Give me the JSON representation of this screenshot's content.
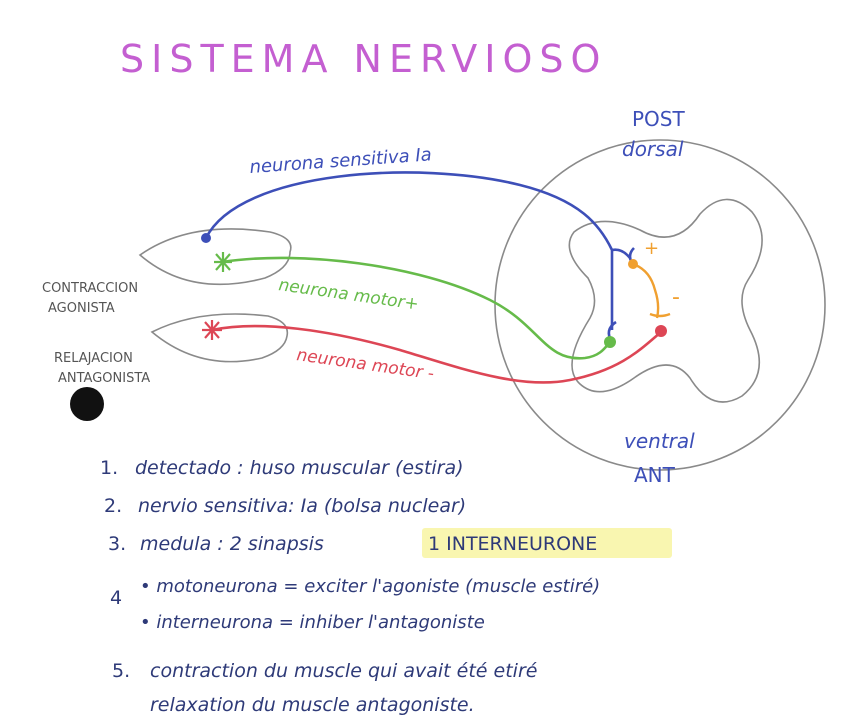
{
  "title": "SISTEMA NERVIOSO",
  "labels": {
    "post": "POST",
    "dorsal": "dorsal",
    "ventral": "ventral",
    "ant": "ANT",
    "sensory_neuron": "neurona sensitiva Ia",
    "motor_plus": "neurona motor+",
    "motor_minus": "neurona motor -",
    "contraction_line1": "CONTRACCION",
    "contraction_line2": "AGONISTA",
    "relaxation_line1": "RELAJACION",
    "relaxation_line2": "ANTAGONISTA",
    "synapse_plus": "+",
    "synapse_minus": "-"
  },
  "notes": [
    {
      "number": "1.",
      "text": "detectado : huso muscular (estira)"
    },
    {
      "number": "2.",
      "text": "nervio sensitiva: Ia (bolsa nuclear)"
    },
    {
      "number": "3.",
      "text": "medula : 2 sinapsis",
      "highlight": "1 INTERNEURONE"
    },
    {
      "number": "4",
      "text": "• motoneurona = exciter l'agoniste (muscle estiré)"
    },
    {
      "number": "",
      "text": "• interneurona = inhiber l'antagoniste"
    },
    {
      "number": "5.",
      "text": "contraction du muscle qui avait été etiré"
    },
    {
      "number": "",
      "text": "relaxation du muscle antagoniste."
    }
  ],
  "colors": {
    "title": "#c45fd1",
    "sensory": "#3d4fb8",
    "motor_plus": "#66bb4a",
    "motor_minus": "#dd4655",
    "interneuron": "#f0a030",
    "outline": "#8a8a8a",
    "text": "#2e3a78",
    "highlight": "#f9f6b0",
    "black_dot": "#111111"
  }
}
